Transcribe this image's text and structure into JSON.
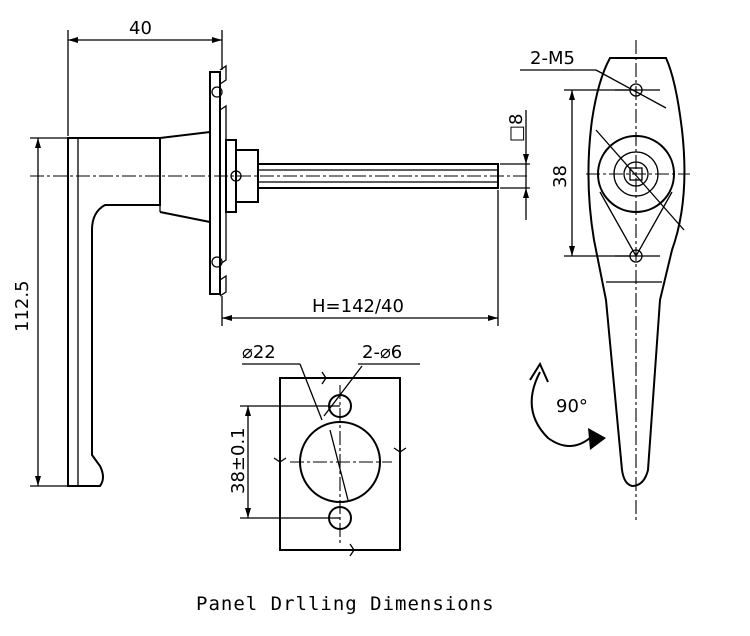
{
  "labels": {
    "width_40": "40",
    "height_112_5": "112.5",
    "shaft_length": "H=142/40",
    "square_8": "□8",
    "screws": "2-M5",
    "hole_spacing_38": "38",
    "dia_22": "⌀22",
    "dia_6_two": "2-⌀6",
    "hole_spacing_tol": "38±0.1",
    "rotation_deg": "90°"
  },
  "caption": "Panel Drlling Dimensions"
}
